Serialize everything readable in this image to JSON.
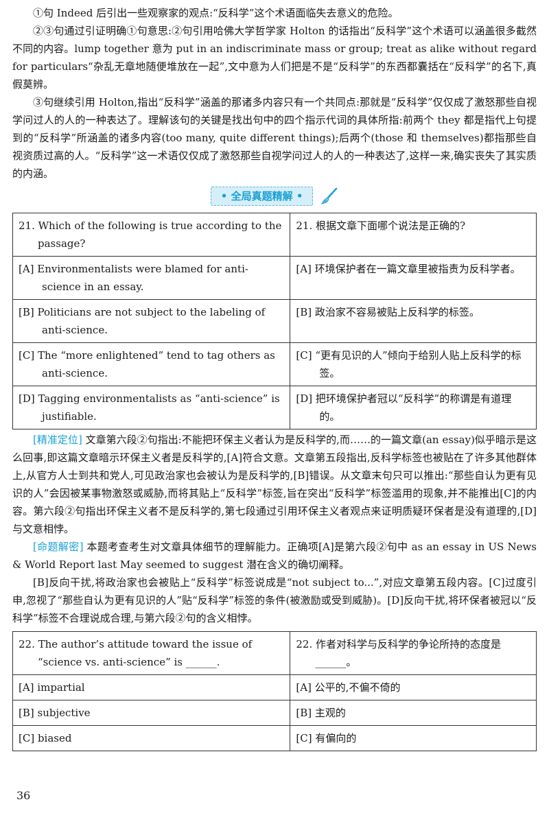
{
  "intro_paragraphs": [
    "①句 Indeed 后引出一些观察家的观点:“反科学”这个术语面临失去意义的危险。",
    "②③句通过引证明确①句意思:②句引用哈佛大学哲学家 Holton 的话指出“反科学”这个术语可以涵盖很多截然不同的内容。lump together 意为 put in an indiscriminate mass or group; treat as alike without regard for particulars“杂乱无章地随便堆放在一起”,文中意为人们把是不是“反科学”的东西都囊括在“反科学”的名下,真假莫辨。",
    "③句继续引用 Holton,指出“反科学”涵盖的那诸多内容只有一个共同点:那就是“反科学”仅仅成了激怒那些自视学问过人的人的一种表达了。理解该句的关键是找出句中的四个指示代词的具体所指:前两个 they 都是指代上句提到的“反科学”所涵盖的诸多内容(too many, quite different things);后两个(those 和 themselves)都指那些自视资质过高的人。“反科学”这一术语仅仅成了激怒那些自视学问过人的人的一种表达了,这样一来,确实丧失了其实质的内涵。"
  ],
  "section_title": "• 全局真题精解 •",
  "q21": {
    "question_en": "21. Which of the following is true according to the passage?",
    "question_zh": "21. 根据文章下面哪个说法是正确的?",
    "options": [
      {
        "en": "[A] Environmentalists were blamed for anti-science in an essay.",
        "zh": "[A] 环境保护者在一篇文章里被指责为反科学者。"
      },
      {
        "en": "[B] Politicians are not subject to the labeling of anti-science.",
        "zh": "[B] 政治家不容易被贴上反科学的标签。"
      },
      {
        "en": "[C] The “more enlightened” tend to tag others as anti-science.",
        "zh": "[C] “更有见识的人”倾向于给别人贴上反科学的标签。"
      },
      {
        "en": "[D] Tagging environmentalists as “anti-science” is justifiable.",
        "zh": "[D] 把环境保护者冠以“反科学”的称谓是有道理的。"
      }
    ]
  },
  "analysis": {
    "tag1": "[精准定位]",
    "text1": " 文章第六段②句指出:不能把环保主义者认为是反科学的,而……的一篇文章(an essay)似乎暗示是这么回事,即这篇文章暗示环保主义者是反科学的,[A]符合文意。文章第五段指出,反科学标签也被贴在了许多其他群体上,从官方人士到共和党人,可见政治家也会被认为是反科学的,[B]错误。从文章末句只可以推出:“那些自认为更有见识的人”会因被某事物激怒或威胁,而将其贴上“反科学”标签,旨在突出“反科学”标签滥用的现象,并不能推出[C]的内容。第六段②句指出环保主义者不是反科学的,第七段通过引用环保主义者观点来证明质疑环保者是没有道理的,[D]与文意相悖。",
    "tag2": "[命题解密]",
    "text2": " 本题考查考生对文章具体细节的理解能力。正确项[A]是第六段②句中 as an essay in US News & World Report last May seemed to suggest 潜在含义的确切阐释。",
    "text3": "[B]反向干扰,将政治家也会被贴上“反科学”标签说成是“not subject to...”,对应文章第五段内容。[C]过度引申,忽视了“那些自认为更有见识的人”贴“反科学”标签的条件(被激励或受到威胁)。[D]反向干扰,将环保者被冠以“反科学”标签不合理说成合理,与第六段②句的含义相悖。"
  },
  "q22": {
    "question_en": "22. The author’s attitude toward the issue of “science vs. anti-science” is ______.",
    "question_zh": "22. 作者对科学与反科学的争论所持的态度是______。",
    "options": [
      {
        "en": "[A] impartial",
        "zh": "[A] 公平的,不偏不倚的"
      },
      {
        "en": "[B] subjective",
        "zh": "[B] 主观的"
      },
      {
        "en": "[C] biased",
        "zh": "[C] 有偏向的"
      }
    ]
  },
  "page_number": "36",
  "colors": {
    "accent": "#1aa0d4",
    "title_bg": "#d6eef8"
  }
}
